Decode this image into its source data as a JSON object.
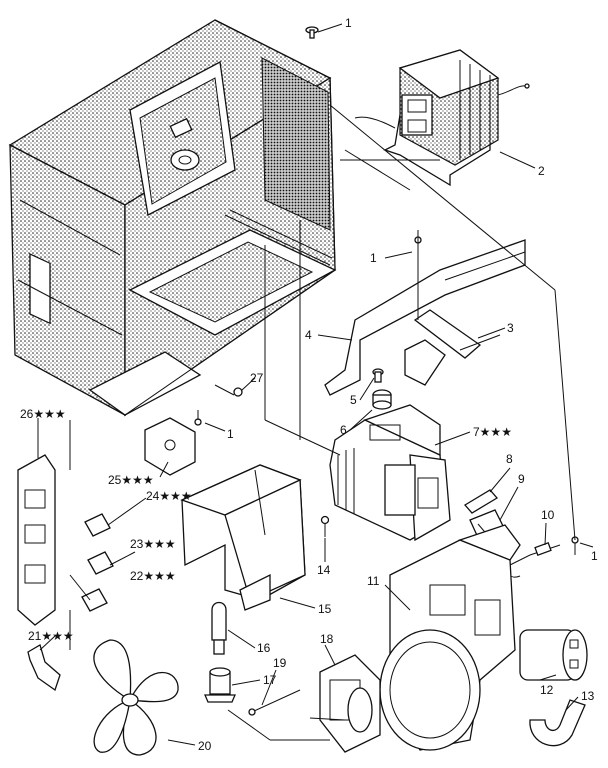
{
  "labels": {
    "c1a": "1",
    "c2": "2",
    "c1b": "1",
    "c3": "3",
    "c4": "4",
    "c5": "5",
    "c6": "6",
    "c7": "7★★★",
    "c8": "8",
    "c9": "9",
    "c10": "10",
    "c1c": "1",
    "c11": "11",
    "c12": "12",
    "c13": "13",
    "c14": "14",
    "c15": "15",
    "c16": "16",
    "c17": "17",
    "c18": "18",
    "c19": "19",
    "c20": "20",
    "c21": "21★★★",
    "c22": "22★★★",
    "c23": "23★★★",
    "c24": "24★★★",
    "c25": "25★★★",
    "c26": "26★★★",
    "c27": "27",
    "c1d": "1"
  }
}
